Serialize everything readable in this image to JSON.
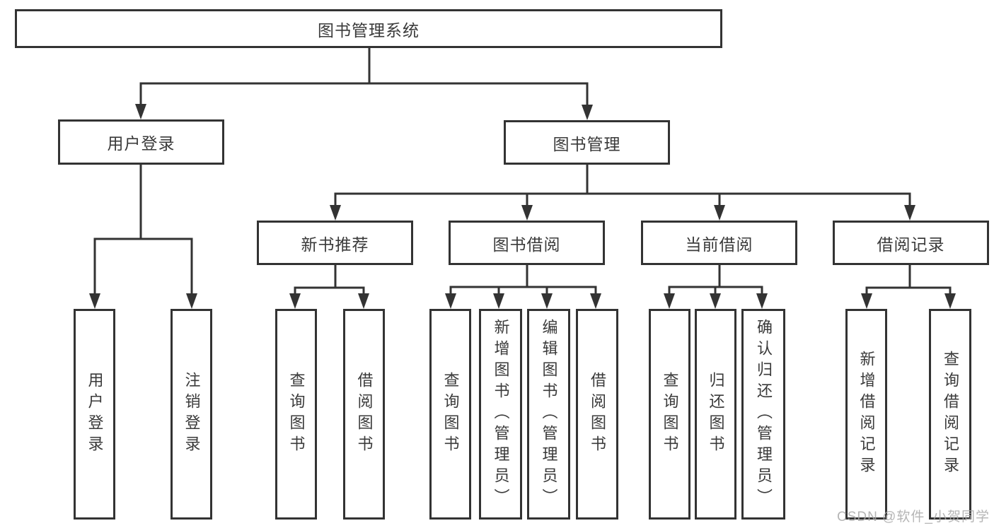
{
  "diagram_title": "图书管理系统",
  "tree": {
    "label": "图书管理系统",
    "children": [
      {
        "label": "用户登录",
        "children": [
          {
            "label": "用户登录"
          },
          {
            "label": "注销登录"
          }
        ]
      },
      {
        "label": "图书管理",
        "children": [
          {
            "label": "新书推荐",
            "children": [
              {
                "label": "查询图书"
              },
              {
                "label": "借阅图书"
              }
            ]
          },
          {
            "label": "图书借阅",
            "children": [
              {
                "label": "查询图书"
              },
              {
                "label": "新增图书（管理员）"
              },
              {
                "label": "编辑图书（管理员）"
              },
              {
                "label": "借阅图书"
              }
            ]
          },
          {
            "label": "当前借阅",
            "children": [
              {
                "label": "查询图书"
              },
              {
                "label": "归还图书"
              },
              {
                "label": "确认归还（管理员）"
              }
            ]
          },
          {
            "label": "借阅记录",
            "children": [
              {
                "label": "新增借阅记录"
              },
              {
                "label": "查询借阅记录"
              }
            ]
          }
        ]
      }
    ]
  },
  "watermark": {
    "text": "CSDN @软件_小贺同学"
  },
  "colors": {
    "line": "#333333",
    "box_border": "#333333",
    "box_fill": "#ffffff",
    "text": "#3a3a3a",
    "watermark": "#a9a9a9",
    "background": "#ffffff"
  }
}
